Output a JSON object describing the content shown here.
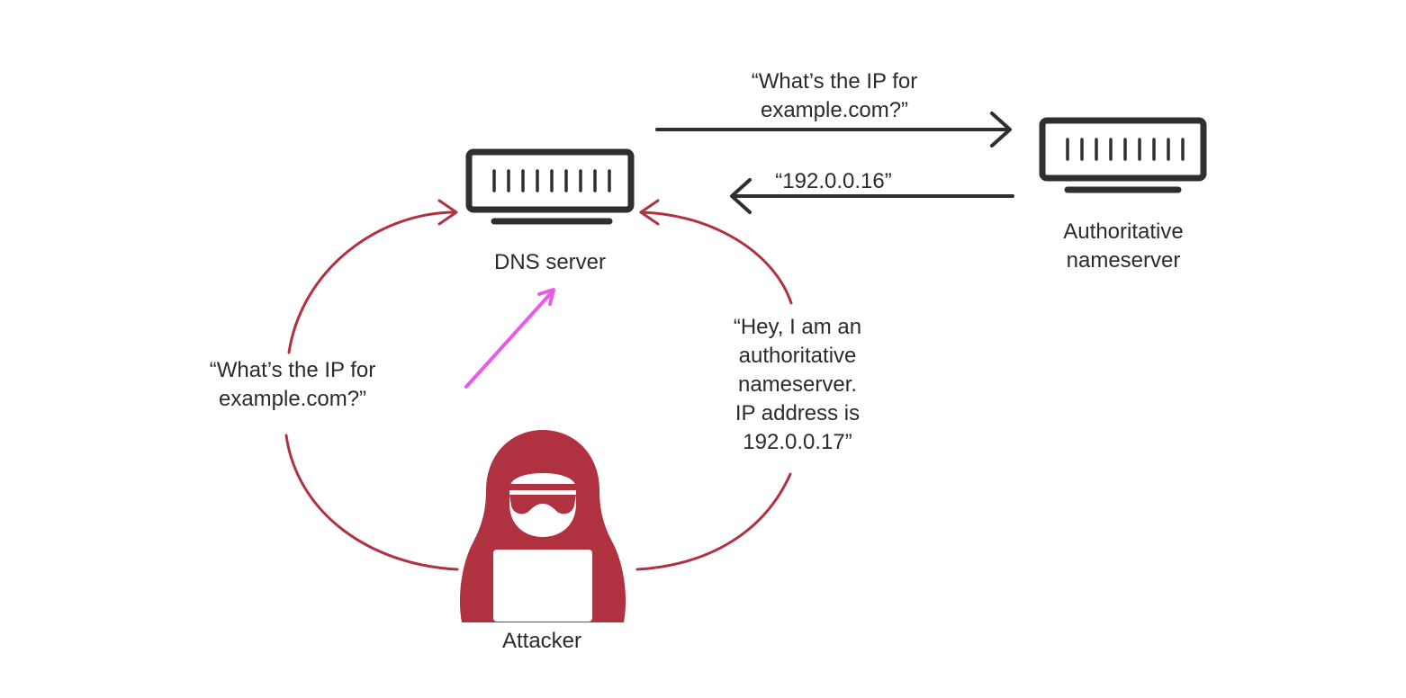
{
  "nodes": {
    "dns_server": {
      "label": "DNS server",
      "icon": "server-icon"
    },
    "authoritative_nameserver": {
      "label_lines": [
        "Authoritative",
        "nameserver"
      ],
      "icon": "server-icon"
    },
    "attacker": {
      "label": "Attacker",
      "icon": "hooded-hacker-icon"
    }
  },
  "messages": {
    "query_to_authority": [
      "“What’s the IP for",
      "example.com?”"
    ],
    "authority_reply": "“192.0.0.16”",
    "attacker_query": [
      "“What’s the IP for",
      "example.com?”"
    ],
    "attacker_spoof": [
      "“Hey, I am an",
      "authoritative",
      "nameserver.",
      "IP address is",
      "192.0.0.17”"
    ]
  },
  "colors": {
    "server": "#2f2f2f",
    "attacker_red": "#b03240",
    "spoof_arrow": "#e85be8",
    "text": "#2b2b2b",
    "background": "#ffffff"
  }
}
